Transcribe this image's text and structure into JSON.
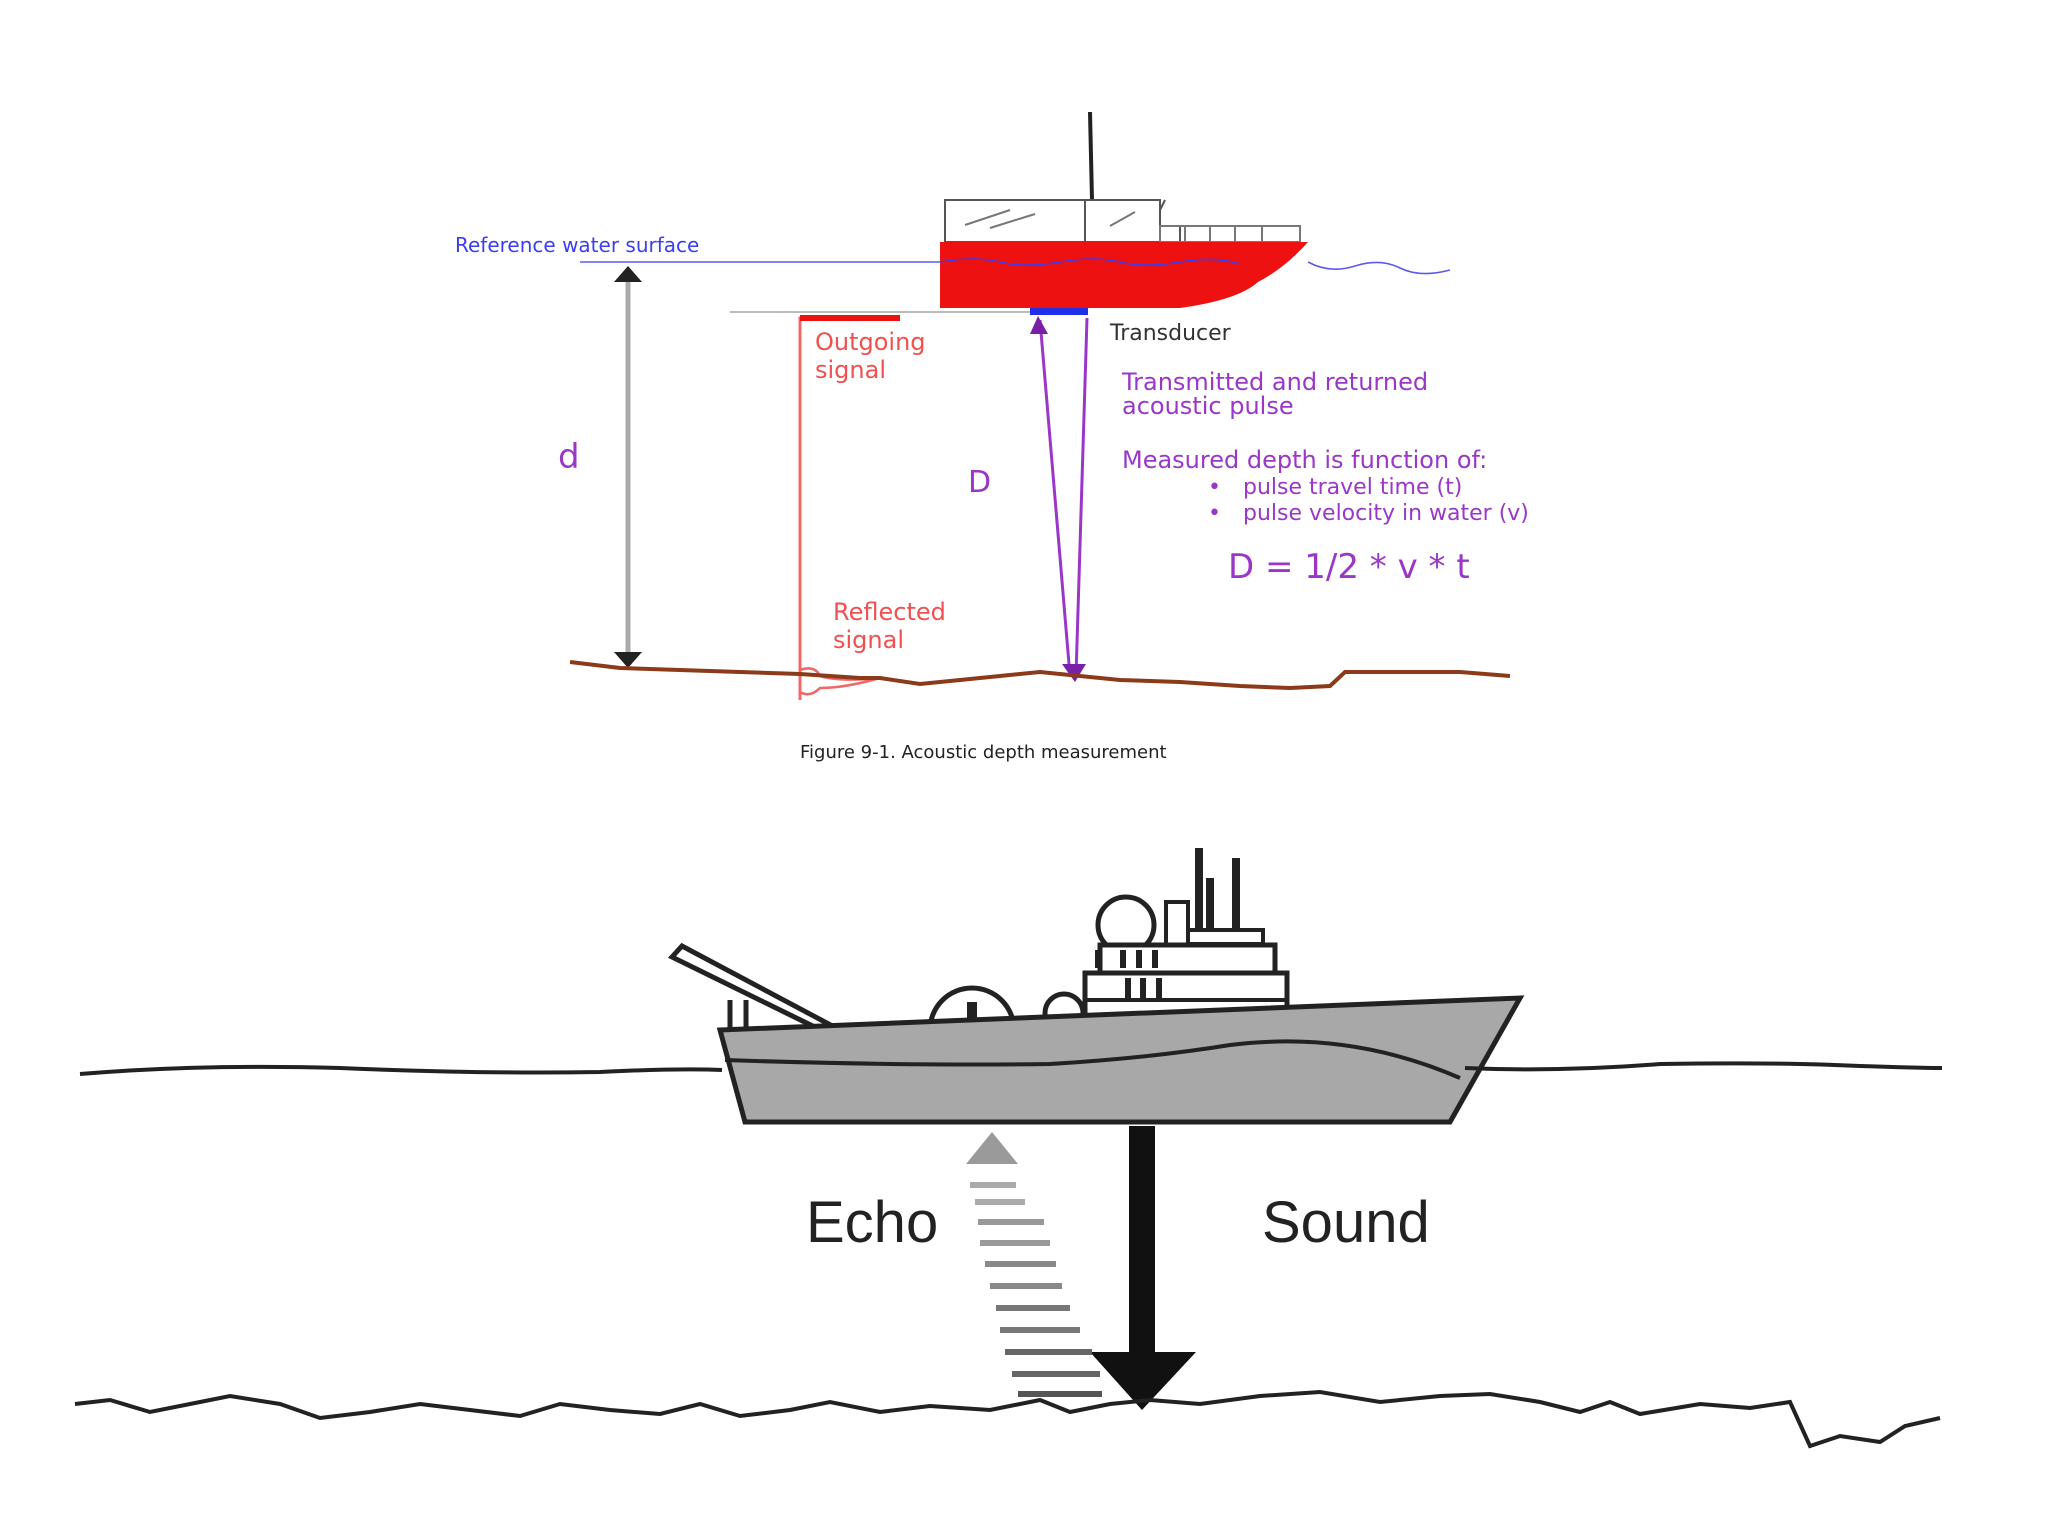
{
  "top_diagram": {
    "reference_surface": "Reference water surface",
    "transducer": "Transducer",
    "outgoing_signal": [
      "Outgoing",
      "signal"
    ],
    "reflected_signal": [
      "Reflected",
      "signal"
    ],
    "depth_d": "d",
    "depth_D": "D",
    "pulse_text": [
      "Transmitted and returned",
      "acoustic pulse"
    ],
    "function_heading": "Measured depth is function of:",
    "bullets": [
      "pulse travel time (t)",
      "pulse velocity in water (v)"
    ],
    "formula": "D = 1/2 * v * t",
    "caption": "Figure 9-1.  Acoustic depth measurement"
  },
  "bottom_diagram": {
    "echo_label": "Echo",
    "sound_label": "Sound"
  },
  "colors": {
    "reference": "#3c3cf0",
    "purple": "#9a37c8",
    "red_label": "#f05050",
    "boat_red": "#ee1111",
    "seabed": "#8b3a1a",
    "ship_gray": "#a8a8a8"
  }
}
